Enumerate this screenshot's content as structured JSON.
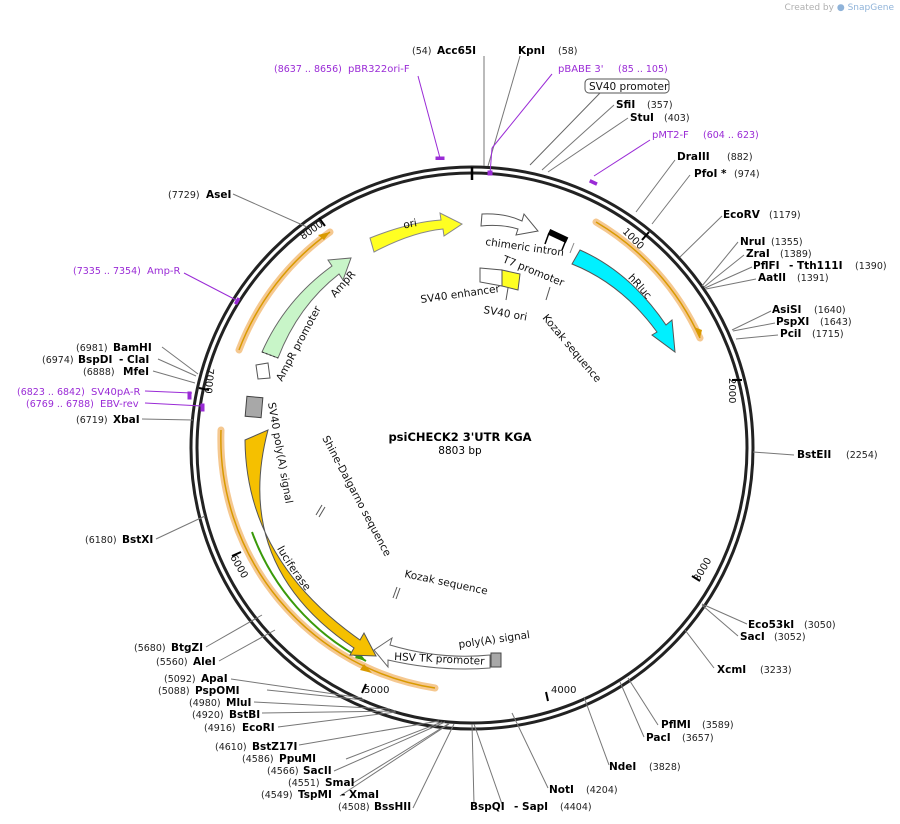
{
  "credit": {
    "prefix": "Created by",
    "brand": "SnapGene"
  },
  "title": "psiCHECK2 3'UTR KGA",
  "length": "8803 bp",
  "ticks": [
    "1000",
    "2000",
    "3000",
    "4000",
    "5000",
    "6000",
    "7000",
    "8000"
  ],
  "enzymes": [
    {
      "name": "Acc65I",
      "pos": "(54)"
    },
    {
      "name": "KpnI",
      "pos": "(58)"
    },
    {
      "name": "SfiI",
      "pos": "(357)"
    },
    {
      "name": "StuI",
      "pos": "(403)"
    },
    {
      "name": "DraIII",
      "pos": "(882)"
    },
    {
      "name": "PfoI *",
      "pos": "(974)"
    },
    {
      "name": "EcoRV",
      "pos": "(1179)"
    },
    {
      "name": "NruI",
      "pos": "(1355)"
    },
    {
      "name": "ZraI",
      "pos": "(1389)"
    },
    {
      "name": "PflFI",
      "pos": "(1390)"
    },
    {
      "name": "- Tth111I",
      "pos": ""
    },
    {
      "name": "AatII",
      "pos": "(1391)"
    },
    {
      "name": "AsiSI",
      "pos": "(1640)"
    },
    {
      "name": "PspXI",
      "pos": "(1643)"
    },
    {
      "name": "PciI",
      "pos": "(1715)"
    },
    {
      "name": "BstEII",
      "pos": "(2254)"
    },
    {
      "name": "Eco53kI",
      "pos": "(3050)"
    },
    {
      "name": "SacI",
      "pos": "(3052)"
    },
    {
      "name": "XcmI",
      "pos": "(3233)"
    },
    {
      "name": "PflMI",
      "pos": "(3589)"
    },
    {
      "name": "PacI",
      "pos": "(3657)"
    },
    {
      "name": "NdeI",
      "pos": "(3828)"
    },
    {
      "name": "NotI",
      "pos": "(4204)"
    },
    {
      "name": "BspQI",
      "pos": ""
    },
    {
      "name": "- SapI",
      "pos": "(4404)"
    },
    {
      "name": "BssHII",
      "pos": "(4508)"
    },
    {
      "name": "TspMI",
      "pos": "(4549)"
    },
    {
      "name": "- XmaI",
      "pos": ""
    },
    {
      "name": "SmaI",
      "pos": "(4551)"
    },
    {
      "name": "SacII",
      "pos": "(4566)"
    },
    {
      "name": "PpuMI",
      "pos": "(4586)"
    },
    {
      "name": "BstZ17I",
      "pos": "(4610)"
    },
    {
      "name": "EcoRI",
      "pos": "(4916)"
    },
    {
      "name": "BstBI",
      "pos": "(4920)"
    },
    {
      "name": "MluI",
      "pos": "(4980)"
    },
    {
      "name": "PspOMI",
      "pos": "(5088)"
    },
    {
      "name": "ApaI",
      "pos": "(5092)"
    },
    {
      "name": "AleI",
      "pos": "(5560)"
    },
    {
      "name": "BtgZI",
      "pos": "(5680)"
    },
    {
      "name": "BstXI",
      "pos": "(6180)"
    },
    {
      "name": "XbaI",
      "pos": "(6719)"
    },
    {
      "name": "MfeI",
      "pos": "(6888)"
    },
    {
      "name": "BspDI",
      "pos": "(6974)"
    },
    {
      "name": "- ClaI",
      "pos": ""
    },
    {
      "name": "BamHI",
      "pos": "(6981)"
    },
    {
      "name": "AseI",
      "pos": "(7729)"
    }
  ],
  "primers": [
    {
      "name": "pBR322ori-F",
      "range": "(8637 .. 8656)"
    },
    {
      "name": "pBABE 3'",
      "range": "(85 .. 105)"
    },
    {
      "name": "pMT2-F",
      "range": "(604 .. 623)"
    },
    {
      "name": "Amp-R",
      "range": "(7335 .. 7354)"
    },
    {
      "name": "SV40pA-R",
      "range": "(6823 .. 6842)"
    },
    {
      "name": "EBV-rev",
      "range": "(6769 .. 6788)"
    }
  ],
  "features": {
    "sv40_promoter": "SV40 promoter",
    "ori": "ori",
    "chimeric_intron": "chimeric intron",
    "t7_promoter": "T7 promoter",
    "hrluc": "hRluc",
    "sv40_enhancer": "SV40 enhancer",
    "sv40_ori": "SV40 ori",
    "kozak1": "Kozak sequence",
    "ampr": "AmpR",
    "ampr_promoter": "AmpR promoter",
    "sv40_polya": "SV40 poly(A) signal",
    "shine_dalgarno": "Shine-Dalgarno sequence",
    "luciferase": "luciferase",
    "kozak2": "Kozak sequence",
    "polya_signal": "poly(A) signal",
    "hsv_tk": "HSV TK promoter"
  },
  "colors": {
    "ori": "#ffff22",
    "hrluc": "#00f0ff",
    "luciferase": "#f5c000",
    "ampr": "#c8f5c8",
    "primer": "#9a2bd6",
    "orf_highlight": "#f5c890",
    "orf_line": "#e0a000",
    "green_orf": "#3a9a0a"
  }
}
